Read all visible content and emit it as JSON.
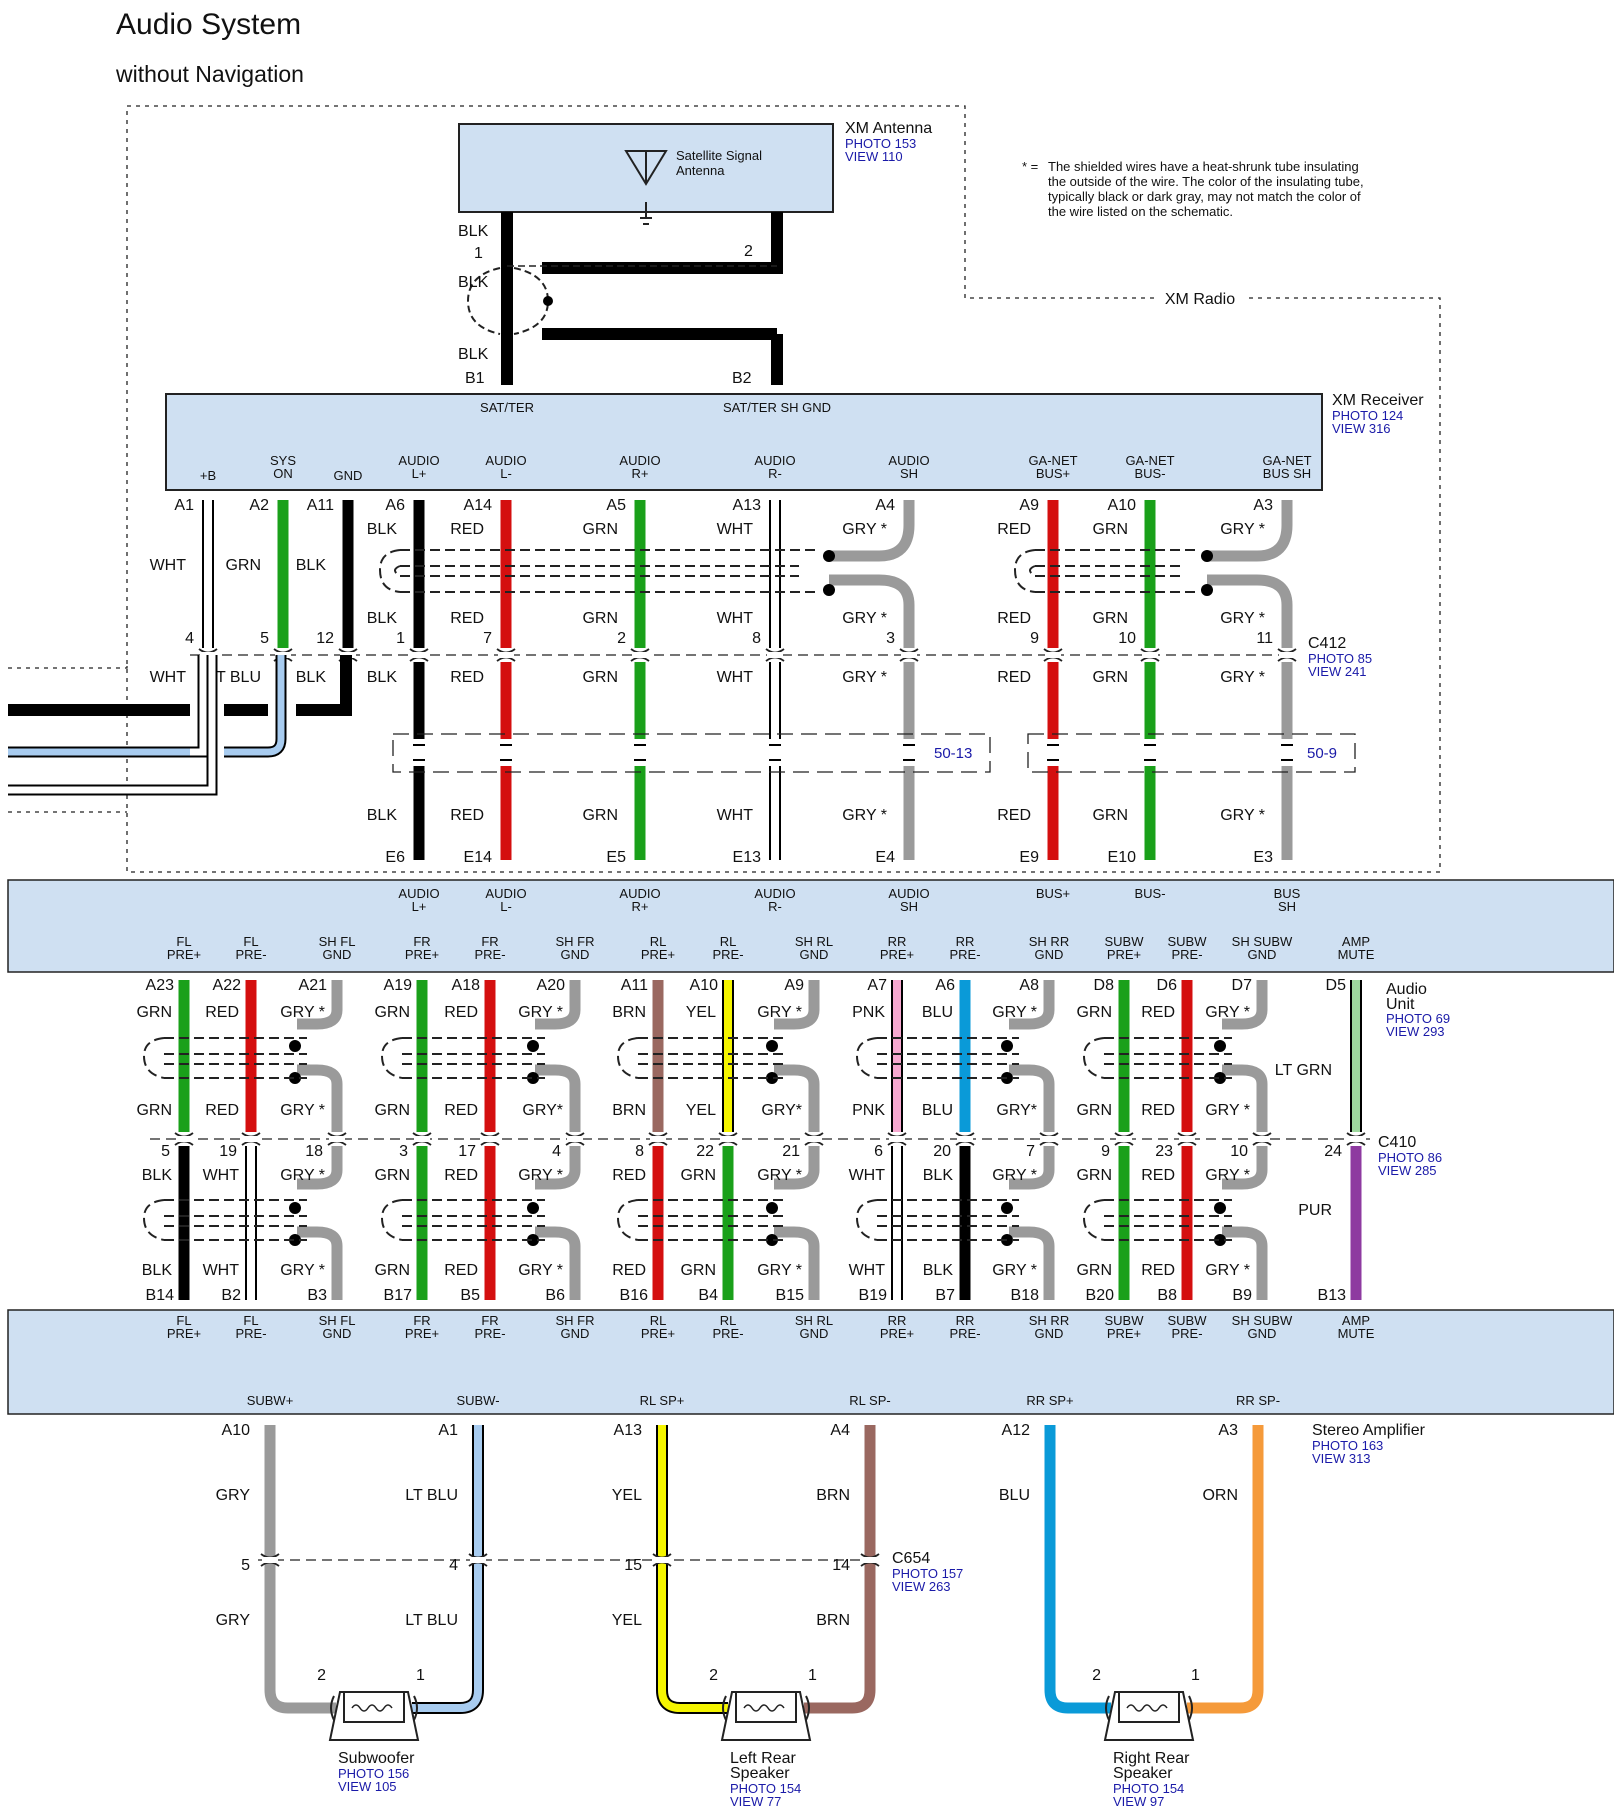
{
  "page": {
    "title": "Audio System",
    "subtitle": "without Navigation"
  },
  "wire_colors": {
    "BLK": "#000000",
    "WHT": "#ffffff",
    "GRN": "#1aa01a",
    "RED": "#d40f0f",
    "GRY": "#9a9a9a",
    "LTBLU": "#a8ccf0",
    "BRN": "#9a6860",
    "YEL": "#f5f500",
    "PNK": "#f7a8d0",
    "BLU": "#0a9ad8",
    "LTGRN": "#9ed89e",
    "PUR": "#8e3aa0",
    "ORN": "#f59a3a",
    "panel": "#cfe0f2"
  },
  "note": {
    "mark": "* =",
    "lines": [
      "The shielded wires have a heat-shrunk tube insulating",
      "the outside of the wire. The color of the insulating tube,",
      "typically black or dark gray, may not match the color of",
      "the wire listed on the schematic."
    ]
  },
  "xm_antenna": {
    "name": "XM Antenna",
    "photo": "PHOTO 153",
    "view": "VIEW 110",
    "box_lines": [
      "Satellite Signal",
      "Antenna"
    ],
    "pin1": "1",
    "pin2": "2",
    "wire_top": "BLK",
    "wire_mid": "BLK",
    "wire_bot": "BLK",
    "pin_b1": "B1",
    "pin_b2": "B2"
  },
  "xm_radio_label": "XM Radio",
  "xm_receiver": {
    "name": "XM Receiver",
    "photo": "PHOTO 124",
    "view": "VIEW 316",
    "sat_ter": "SAT/TER",
    "sat_ter_sh": "SAT/TER SH GND"
  },
  "xm_wires": [
    {
      "t1": "+B",
      "t2": "",
      "pin": "A1",
      "ctop": "WHT",
      "cbot": "",
      "num": "4",
      "cbelow": "WHT",
      "color": "WHT"
    },
    {
      "t1": "SYS",
      "t2": "ON",
      "pin": "A2",
      "ctop": "GRN",
      "cbot": "",
      "num": "5",
      "cbelow": "LT BLU",
      "color": "GRN"
    },
    {
      "t1": "GND",
      "t2": "",
      "pin": "A11",
      "ctop": "BLK",
      "cbot": "",
      "num": "12",
      "cbelow": "BLK",
      "color": "BLK"
    },
    {
      "t1": "AUDIO",
      "t2": "L+",
      "pin": "A6",
      "ctop": "BLK",
      "cbot": "BLK",
      "num": "1",
      "cbelow": "BLK",
      "cdown": "BLK",
      "epin": "E6",
      "color": "BLK"
    },
    {
      "t1": "AUDIO",
      "t2": "L-",
      "pin": "A14",
      "ctop": "RED",
      "cbot": "RED",
      "num": "7",
      "cbelow": "RED",
      "cdown": "RED",
      "epin": "E14",
      "color": "RED"
    },
    {
      "t1": "AUDIO",
      "t2": "R+",
      "pin": "A5",
      "ctop": "GRN",
      "cbot": "GRN",
      "num": "2",
      "cbelow": "GRN",
      "cdown": "GRN",
      "epin": "E5",
      "color": "GRN"
    },
    {
      "t1": "AUDIO",
      "t2": "R-",
      "pin": "A13",
      "ctop": "WHT",
      "cbot": "WHT",
      "num": "8",
      "cbelow": "WHT",
      "cdown": "WHT",
      "epin": "E13",
      "color": "WHT"
    },
    {
      "t1": "AUDIO",
      "t2": "SH",
      "pin": "A4",
      "ctop": "GRY *",
      "cbot": "GRY *",
      "num": "3",
      "cbelow": "GRY *",
      "cdown": "GRY *",
      "epin": "E4",
      "color": "GRY"
    },
    {
      "t1": "GA-NET",
      "t2": "BUS+",
      "pin": "A9",
      "ctop": "RED",
      "cbot": "RED",
      "num": "9",
      "cbelow": "RED",
      "cdown": "RED",
      "epin": "E9",
      "color": "RED"
    },
    {
      "t1": "GA-NET",
      "t2": "BUS-",
      "pin": "A10",
      "ctop": "GRN",
      "cbot": "GRN",
      "num": "10",
      "cbelow": "GRN",
      "cdown": "GRN",
      "epin": "E10",
      "color": "GRN"
    },
    {
      "t1": "GA-NET",
      "t2": "BUS SH",
      "pin": "A3",
      "ctop": "GRY *",
      "cbot": "GRY *",
      "num": "11",
      "cbelow": "GRY *",
      "cdown": "GRY *",
      "epin": "E3",
      "color": "GRY"
    }
  ],
  "c412": {
    "name": "C412",
    "photo": "PHOTO 85",
    "view": "VIEW 241"
  },
  "ref_50_13": "50-13",
  "ref_50_9": "50-9",
  "audio_unit": {
    "name_lines": [
      "Audio",
      "Unit"
    ],
    "photo": "PHOTO 69",
    "view": "VIEW 293",
    "top_terms": [
      [
        "AUDIO",
        "L+"
      ],
      [
        "AUDIO",
        "L-"
      ],
      [
        "AUDIO",
        "R+"
      ],
      [
        "AUDIO",
        "R-"
      ],
      [
        "AUDIO",
        "SH"
      ],
      [
        "BUS+",
        ""
      ],
      [
        "BUS-",
        ""
      ],
      [
        "BUS",
        "SH"
      ]
    ],
    "out_terms": [
      [
        "FL",
        "PRE+"
      ],
      [
        "FL",
        "PRE-"
      ],
      [
        "SH FL",
        "GND"
      ],
      [
        "FR",
        "PRE+"
      ],
      [
        "FR",
        "PRE-"
      ],
      [
        "SH FR",
        "GND"
      ],
      [
        "RL",
        "PRE+"
      ],
      [
        "RL",
        "PRE-"
      ],
      [
        "SH RL",
        "GND"
      ],
      [
        "RR",
        "PRE+"
      ],
      [
        "RR",
        "PRE-"
      ],
      [
        "SH RR",
        "GND"
      ],
      [
        "SUBW",
        "PRE+"
      ],
      [
        "SUBW",
        "PRE-"
      ],
      [
        "SH SUBW",
        "GND"
      ],
      [
        "AMP",
        "MUTE"
      ]
    ]
  },
  "au_wires": [
    {
      "pin": "A23",
      "c1": "GRN",
      "c2": "GRN",
      "num": "5",
      "c3": "BLK",
      "c4": "BLK",
      "bpin": "B14",
      "top": "GRN",
      "bot": "BLK"
    },
    {
      "pin": "A22",
      "c1": "RED",
      "c2": "RED",
      "num": "19",
      "c3": "WHT",
      "c4": "WHT",
      "bpin": "B2",
      "top": "RED",
      "bot": "WHT"
    },
    {
      "pin": "A21",
      "c1": "GRY *",
      "c2": "GRY *",
      "num": "18",
      "c3": "GRY *",
      "c4": "GRY *",
      "bpin": "B3",
      "top": "GRY",
      "bot": "GRY"
    },
    {
      "pin": "A19",
      "c1": "GRN",
      "c2": "GRN",
      "num": "3",
      "c3": "GRN",
      "c4": "GRN",
      "bpin": "B17",
      "top": "GRN",
      "bot": "GRN"
    },
    {
      "pin": "A18",
      "c1": "RED",
      "c2": "RED",
      "num": "17",
      "c3": "RED",
      "c4": "RED",
      "bpin": "B5",
      "top": "RED",
      "bot": "RED"
    },
    {
      "pin": "A20",
      "c1": "GRY *",
      "c2": "GRY*",
      "num": "4",
      "c3": "GRY *",
      "c4": "GRY *",
      "bpin": "B6",
      "top": "GRY",
      "bot": "GRY"
    },
    {
      "pin": "A11",
      "c1": "BRN",
      "c2": "BRN",
      "num": "8",
      "c3": "RED",
      "c4": "RED",
      "bpin": "B16",
      "top": "BRN",
      "bot": "RED"
    },
    {
      "pin": "A10",
      "c1": "YEL",
      "c2": "YEL",
      "num": "22",
      "c3": "GRN",
      "c4": "GRN",
      "bpin": "B4",
      "top": "YEL",
      "bot": "GRN"
    },
    {
      "pin": "A9",
      "c1": "GRY *",
      "c2": "GRY*",
      "num": "21",
      "c3": "GRY *",
      "c4": "GRY *",
      "bpin": "B15",
      "top": "GRY",
      "bot": "GRY"
    },
    {
      "pin": "A7",
      "c1": "PNK",
      "c2": "PNK",
      "num": "6",
      "c3": "WHT",
      "c4": "WHT",
      "bpin": "B19",
      "top": "PNK",
      "bot": "WHT"
    },
    {
      "pin": "A6",
      "c1": "BLU",
      "c2": "BLU",
      "num": "20",
      "c3": "BLK",
      "c4": "BLK",
      "bpin": "B7",
      "top": "BLU",
      "bot": "BLK"
    },
    {
      "pin": "A8",
      "c1": "GRY *",
      "c2": "GRY*",
      "num": "7",
      "c3": "GRY *",
      "c4": "GRY *",
      "bpin": "B18",
      "top": "GRY",
      "bot": "GRY"
    },
    {
      "pin": "D8",
      "c1": "GRN",
      "c2": "GRN",
      "num": "9",
      "c3": "GRN",
      "c4": "GRN",
      "bpin": "B20",
      "top": "GRN",
      "bot": "GRN"
    },
    {
      "pin": "D6",
      "c1": "RED",
      "c2": "RED",
      "num": "23",
      "c3": "RED",
      "c4": "RED",
      "bpin": "B8",
      "top": "RED",
      "bot": "RED"
    },
    {
      "pin": "D7",
      "c1": "GRY *",
      "c2": "GRY *",
      "num": "10",
      "c3": "GRY *",
      "c4": "GRY *",
      "bpin": "B9",
      "top": "GRY",
      "bot": "GRY"
    },
    {
      "pin": "D5",
      "c1": "LT GRN",
      "c2": "",
      "num": "24",
      "c3": "PUR",
      "c4": "",
      "bpin": "B13",
      "top": "LTGRN",
      "bot": "PUR"
    }
  ],
  "c410": {
    "name": "C410",
    "photo": "PHOTO 86",
    "view": "VIEW 285"
  },
  "amp_terms": [
    [
      "FL",
      "PRE+"
    ],
    [
      "FL",
      "PRE-"
    ],
    [
      "SH FL",
      "GND"
    ],
    [
      "FR",
      "PRE+"
    ],
    [
      "FR",
      "PRE-"
    ],
    [
      "SH FR",
      "GND"
    ],
    [
      "RL",
      "PRE+"
    ],
    [
      "RL",
      "PRE-"
    ],
    [
      "SH RL",
      "GND"
    ],
    [
      "RR",
      "PRE+"
    ],
    [
      "RR",
      "PRE-"
    ],
    [
      "SH RR",
      "GND"
    ],
    [
      "SUBW",
      "PRE+"
    ],
    [
      "SUBW",
      "PRE-"
    ],
    [
      "SH SUBW",
      "GND"
    ],
    [
      "AMP",
      "MUTE"
    ]
  ],
  "stereo_amp": {
    "name": "Stereo Amplifier",
    "photo": "PHOTO 163",
    "view": "VIEW 313"
  },
  "spk_wires": [
    {
      "term": "SUBW+",
      "pin": "A10",
      "c1": "GRY",
      "num": "5",
      "c2": "GRY",
      "spin": "2",
      "color": "GRY"
    },
    {
      "term": "SUBW-",
      "pin": "A1",
      "c1": "LT BLU",
      "num": "4",
      "c2": "LT BLU",
      "spin": "1",
      "color": "LTBLU"
    },
    {
      "term": "RL SP+",
      "pin": "A13",
      "c1": "YEL",
      "num": "15",
      "c2": "YEL",
      "spin": "2",
      "color": "YEL"
    },
    {
      "term": "RL SP-",
      "pin": "A4",
      "c1": "BRN",
      "num": "14",
      "c2": "BRN",
      "spin": "1",
      "color": "BRN"
    },
    {
      "term": "RR SP+",
      "pin": "A12",
      "c1": "BLU",
      "num": "",
      "c2": "",
      "spin": "2",
      "color": "BLU"
    },
    {
      "term": "RR SP-",
      "pin": "A3",
      "c1": "ORN",
      "num": "",
      "c2": "",
      "spin": "1",
      "color": "ORN"
    }
  ],
  "c654": {
    "name": "C654",
    "photo": "PHOTO 157",
    "view": "VIEW 263"
  },
  "speakers": [
    {
      "name_lines": [
        "Subwoofer"
      ],
      "photo": "PHOTO 156",
      "view": "VIEW 105"
    },
    {
      "name_lines": [
        "Left Rear",
        "Speaker"
      ],
      "photo": "PHOTO 154",
      "view": "VIEW 77"
    },
    {
      "name_lines": [
        "Right Rear",
        "Speaker"
      ],
      "photo": "PHOTO 154",
      "view": "VIEW 97"
    }
  ]
}
